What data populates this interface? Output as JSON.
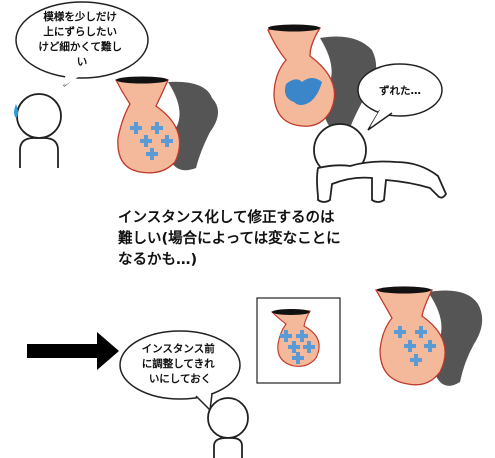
{
  "bubbles": {
    "top_left": {
      "lines": [
        "模様を少しだけ",
        "上にずらしたい",
        "けど細かくて難し",
        "い"
      ]
    },
    "top_right": {
      "text": "ずれた…"
    },
    "bottom": {
      "lines": [
        "インスタンス前",
        "に調整してきれ",
        "いにしておく"
      ]
    }
  },
  "caption": {
    "lines": [
      "インスタンス化して修正するのは",
      "難しい(場合によっては変なことに",
      "なるかも…)"
    ]
  },
  "colors": {
    "vase_fill": "#f4b89a",
    "vase_outline": "#c0392b",
    "shadow": "#555555",
    "cross": "#5b9bd5",
    "blob": "#3a86c8",
    "rim": "#111111",
    "sweat": "#2f9be0"
  },
  "icons": [
    "sweat-drop-icon",
    "arrow-right-icon",
    "cross-pattern-icon"
  ]
}
